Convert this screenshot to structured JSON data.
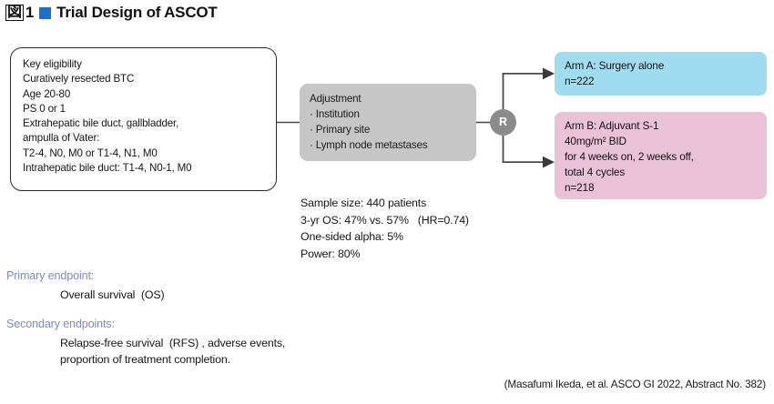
{
  "title": {
    "figure_glyph": "図",
    "figure_number": "1",
    "marker_color": "#1f6fc4",
    "text": "Trial Design of ASCOT"
  },
  "eligibility": {
    "heading": "Key eligibility",
    "lines": [
      "Curatively resected BTC",
      "Age 20-80",
      "PS 0 or 1",
      "Extrahepatic bile duct, gallbladder,",
      "ampulla of Vater:",
      "T2-4, N0, M0 or T1-4, N1, M0",
      "Intrahepatic bile duct: T1-4, N0-1, M0"
    ]
  },
  "adjustment": {
    "heading": "Adjustment",
    "items": [
      "· Institution",
      "· Primary site",
      "· Lymph node metastases"
    ],
    "fill_color": "#c6c6c6"
  },
  "randomization": {
    "label": "R",
    "fill_color": "#8b8b8b"
  },
  "arm_a": {
    "lines": [
      "Arm A: Surgery alone",
      "n=222"
    ],
    "fill_color": "#9fdcf0"
  },
  "arm_b": {
    "lines": [
      "Arm B: Adjuvant S-1",
      "40mg/m² BID",
      "for 4 weeks on, 2 weeks off,",
      "total 4 cycles",
      "n=218"
    ],
    "fill_color": "#e9c2d8"
  },
  "statistics": {
    "lines": [
      "Sample size: 440 patients",
      "3-yr OS: 47% vs. 57%   (HR=0.74)",
      "One-sided alpha: 5%",
      "Power: 80%"
    ]
  },
  "endpoints": {
    "heading_color": "#7d8cba",
    "primary": {
      "heading": "Primary endpoint:",
      "lines": [
        "Overall survival  (OS)"
      ]
    },
    "secondary": {
      "heading": "Secondary endpoints:",
      "lines": [
        "Relapse-free survival  (RFS) , adverse events,",
        "proportion of treatment completion."
      ]
    }
  },
  "citation": "(Masafumi Ikeda, et al. ASCO GI 2022, Abstract No. 382)"
}
